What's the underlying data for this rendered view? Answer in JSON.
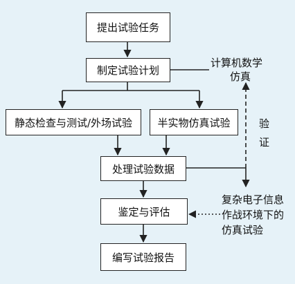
{
  "nodes": {
    "task": "提出试验任务",
    "plan": "制定试验计划",
    "static": "静态检查与测试/外场试验",
    "semi": "半实物仿真试验",
    "process": "处理试验数据",
    "eval": "鉴定与评估",
    "report": "编写试验报告"
  },
  "side_labels": {
    "math_line1": "计算机数学",
    "math_line2": "仿真",
    "verify_line1": "验",
    "verify_line2": "证",
    "env_line1": "复杂电子信息",
    "env_line2": "作战环境下的",
    "env_line3": "仿真试验"
  },
  "colors": {
    "background": "#e6f2f8",
    "box_fill": "#ffffff",
    "line": "#222222"
  }
}
